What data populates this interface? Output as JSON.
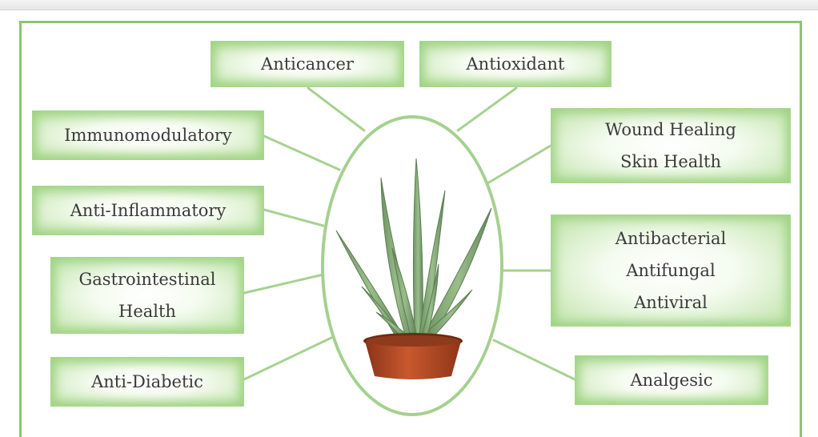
{
  "boxes": {
    "anticancer": [
      "Anticancer"
    ],
    "antioxidant": [
      "Antioxidant"
    ],
    "immunomodulatory": [
      "Immunomodulatory"
    ],
    "anti_inflammatory": [
      "Anti-Inflammatory"
    ],
    "gastrointestinal": [
      "Gastrointestinal",
      "Health"
    ],
    "anti_diabetic": [
      "Anti-Diabetic"
    ],
    "wound_healing": [
      "Wound Healing",
      "Skin Health"
    ],
    "antimicrobial": [
      "Antibacterial",
      "Antifungal",
      "Antiviral"
    ],
    "analgesic": [
      "Analgesic"
    ]
  },
  "colors": {
    "border": "#8cc472",
    "connector": "#a6d290",
    "box_glow": "#9fd383",
    "text": "#3a3a3a",
    "leaf": "#7a9e6e",
    "pot": "#b24a26"
  },
  "image": {
    "subject": "aloe-vera-plant-in-terracotta-pot"
  }
}
